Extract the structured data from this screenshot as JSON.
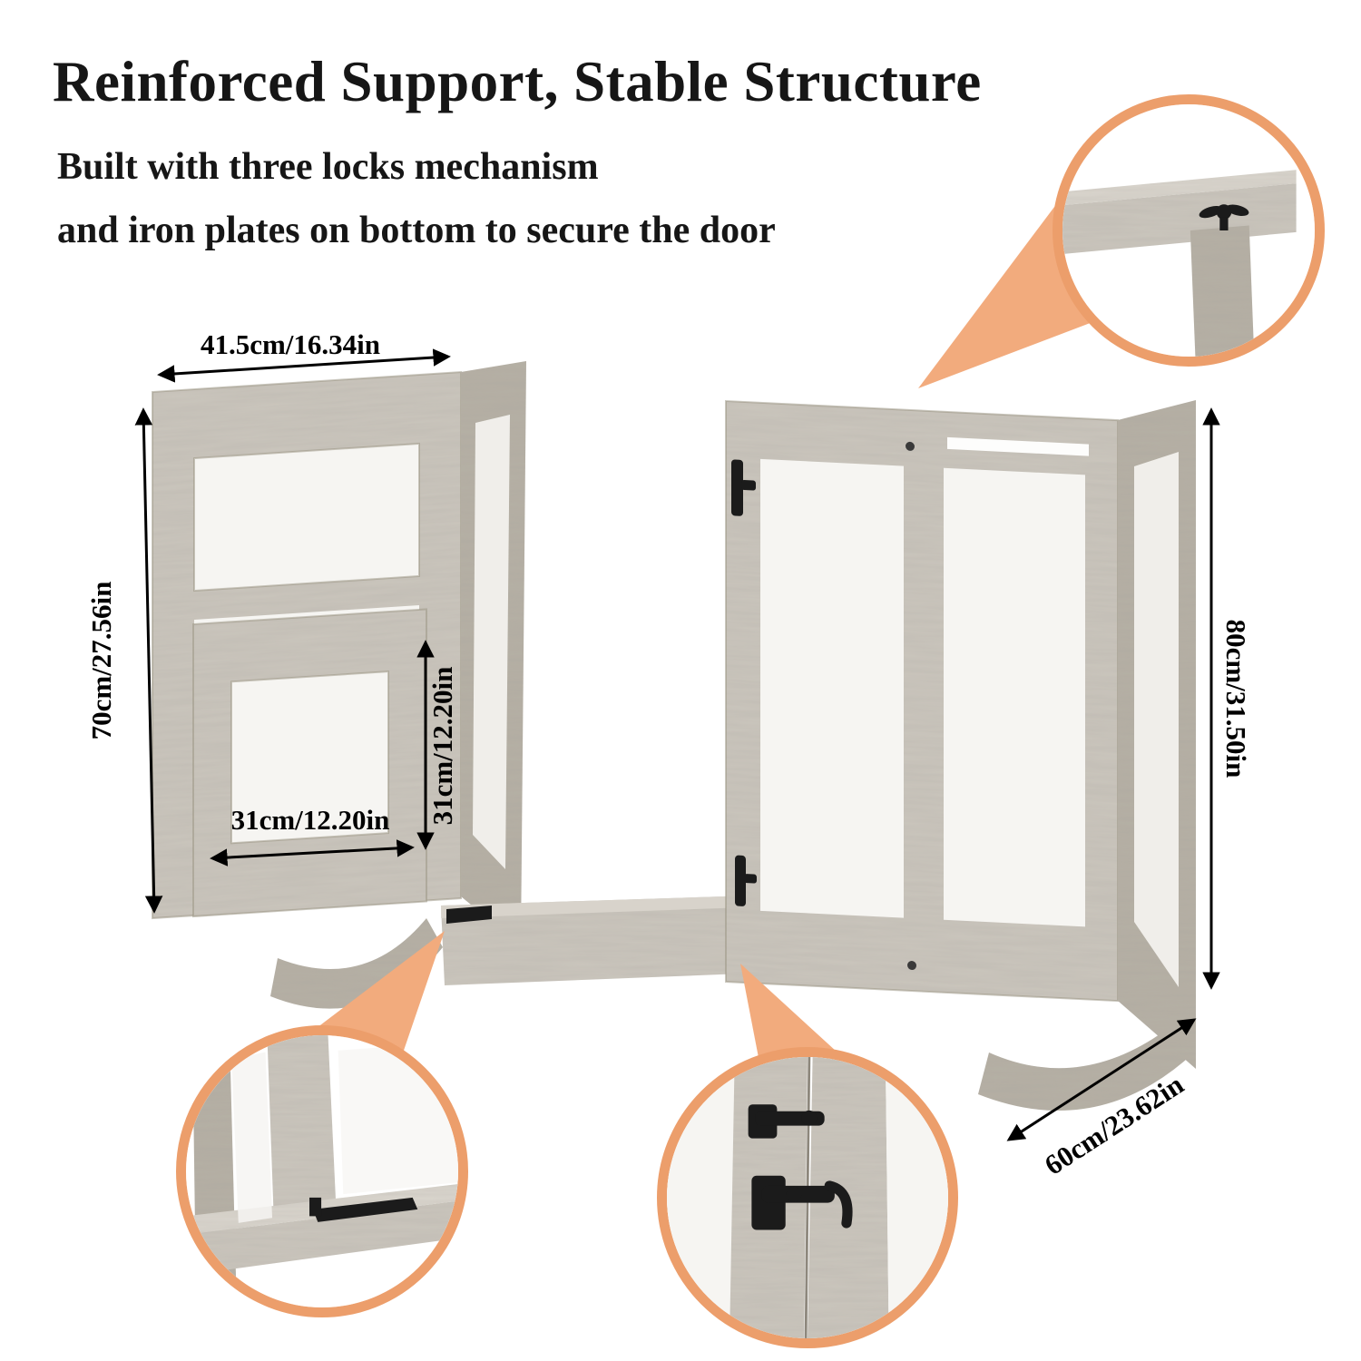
{
  "header": {
    "title": "Reinforced Support, Stable Structure",
    "subtitle_line1": "Built with three locks mechanism",
    "subtitle_line2": "and iron plates on bottom to secure the door"
  },
  "dimensions": {
    "top_width": "41.5cm/16.34in",
    "left_height": "70cm/27.56in",
    "pet_door_height": "31cm/12.20in",
    "pet_door_width": "31cm/12.20in",
    "right_height": "80cm/31.50in",
    "depth": "60cm/23.62in"
  },
  "colors": {
    "accent_ring": "#ec9e6b",
    "accent_beam": "#f2ab7d",
    "wood_front": "#cbc6bd",
    "wood_side": "#b6b0a5",
    "wood_top": "#dad6ce",
    "acrylic": "#f6f5f2",
    "hardware_black": "#1b1b1b",
    "text_black": "#111111"
  }
}
